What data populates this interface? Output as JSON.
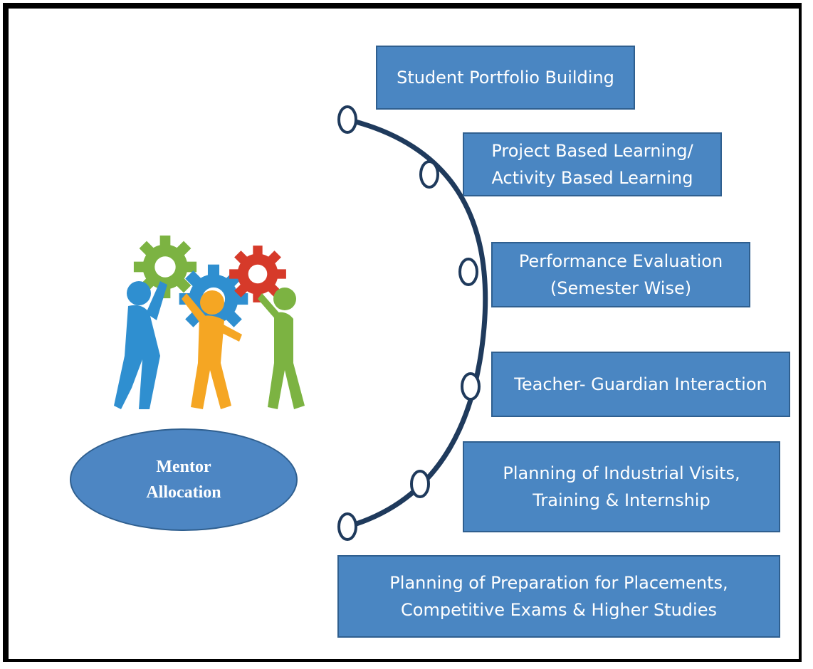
{
  "mentor": {
    "label": "Mentor\nAllocation"
  },
  "items": [
    {
      "label": "Student Portfolio Building"
    },
    {
      "label": "Project Based Learning/\nActivity Based Learning"
    },
    {
      "label": "Performance Evaluation\n(Semester Wise)"
    },
    {
      "label": "Teacher- Guardian Interaction"
    },
    {
      "label": "Planning of Industrial Visits,\nTraining & Internship"
    },
    {
      "label": "Planning of Preparation for Placements,\nCompetitive Exams  & Higher Studies"
    }
  ],
  "colors": {
    "box_fill": "#4a86c2",
    "arc": "#1f3a5c",
    "gear_green": "#7cb342",
    "gear_blue": "#2f8fd0",
    "gear_red": "#d63a2a",
    "figure_orange": "#f5a623"
  },
  "icons": [
    "gears-teamwork-illustration"
  ]
}
